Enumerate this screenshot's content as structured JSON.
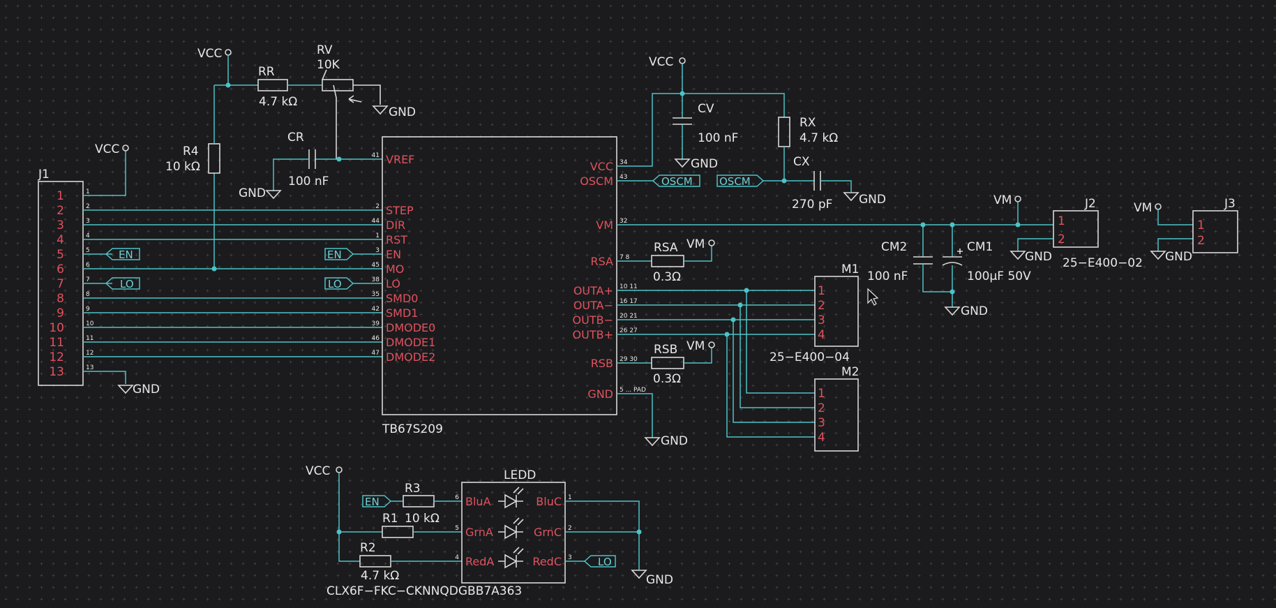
{
  "cursor_icon": "mouse-pointer-icon",
  "colors": {
    "background": "#1b1b1d",
    "wire": "#4cc3c7",
    "component": "#d9d9d9",
    "pin_name": "#e0525e"
  },
  "net_labels": {
    "vcc": "VCC",
    "gnd": "GND",
    "vm": "VM",
    "en": "EN",
    "lo": "LO",
    "oscm": "OSCM"
  },
  "j1": {
    "ref": "J1",
    "pins": [
      "1",
      "2",
      "3",
      "4",
      "5",
      "6",
      "7",
      "8",
      "9",
      "10",
      "11",
      "12",
      "13"
    ]
  },
  "rr": {
    "ref": "RR",
    "value": "4.7 kΩ"
  },
  "rv": {
    "ref": "RV",
    "value": "10K"
  },
  "r4": {
    "ref": "R4",
    "value": "10 kΩ"
  },
  "cr": {
    "ref": "CR",
    "value": "100 nF"
  },
  "cv": {
    "ref": "CV",
    "value": "100 nF"
  },
  "rx": {
    "ref": "RX",
    "value": "4.7 kΩ"
  },
  "cx": {
    "ref": "CX",
    "value": "270 pF"
  },
  "rsa": {
    "ref": "RSA",
    "value": "0.3Ω"
  },
  "rsb": {
    "ref": "RSB",
    "value": "0.3Ω"
  },
  "cm1": {
    "ref": "CM1",
    "value": "100µF 50V"
  },
  "cm2": {
    "ref": "CM2",
    "value": "100 nF"
  },
  "ic": {
    "part": "TB67S209",
    "left_pins": [
      {
        "name": "VREF",
        "num": "41"
      },
      {
        "name": "STEP",
        "num": "2"
      },
      {
        "name": "DIR",
        "num": "44"
      },
      {
        "name": "RST",
        "num": "1"
      },
      {
        "name": "EN",
        "num": "3"
      },
      {
        "name": "MO",
        "num": "45"
      },
      {
        "name": "LO",
        "num": "38"
      },
      {
        "name": "SMD0",
        "num": "35"
      },
      {
        "name": "SMD1",
        "num": "42"
      },
      {
        "name": "DMODE0",
        "num": "39"
      },
      {
        "name": "DMODE1",
        "num": "46"
      },
      {
        "name": "DMODE2",
        "num": "47"
      }
    ],
    "right_pins": [
      {
        "name": "VCC",
        "num": "34"
      },
      {
        "name": "OSCM",
        "num": "43"
      },
      {
        "name": "VM",
        "num": "32"
      },
      {
        "name": "RSA",
        "num": "7 8"
      },
      {
        "name": "OUTA+",
        "num": "10 11"
      },
      {
        "name": "OUTA−",
        "num": "16 17"
      },
      {
        "name": "OUTB−",
        "num": "20 21"
      },
      {
        "name": "OUTB+",
        "num": "26 27"
      },
      {
        "name": "RSB",
        "num": "29 30"
      },
      {
        "name": "GND",
        "num": "5 ... PAD"
      }
    ]
  },
  "m1": {
    "ref": "M1",
    "part": "25−E400−04",
    "pins": [
      "1",
      "2",
      "3",
      "4"
    ]
  },
  "m2": {
    "ref": "M2",
    "pins": [
      "1",
      "2",
      "3",
      "4"
    ]
  },
  "j2": {
    "ref": "J2",
    "part": "25−E400−02",
    "pins": [
      "1",
      "2"
    ]
  },
  "j3": {
    "ref": "J3",
    "pins": [
      "1",
      "2"
    ]
  },
  "r3": {
    "ref": "R3"
  },
  "r1": {
    "ref": "R1",
    "value": "10 kΩ"
  },
  "r2": {
    "ref": "R2",
    "value": "4.7 kΩ"
  },
  "ledd": {
    "ref": "LEDD",
    "part": "CLX6F−FKC−CKNNQDGBB7A363",
    "rows": [
      {
        "anode": "BluA",
        "cathode": "BluC",
        "anum": "6",
        "cnum": "1"
      },
      {
        "anode": "GrnA",
        "cathode": "GrnC",
        "anum": "5",
        "cnum": "2"
      },
      {
        "anode": "RedA",
        "cathode": "RedC",
        "anum": "4",
        "cnum": "3"
      }
    ]
  }
}
